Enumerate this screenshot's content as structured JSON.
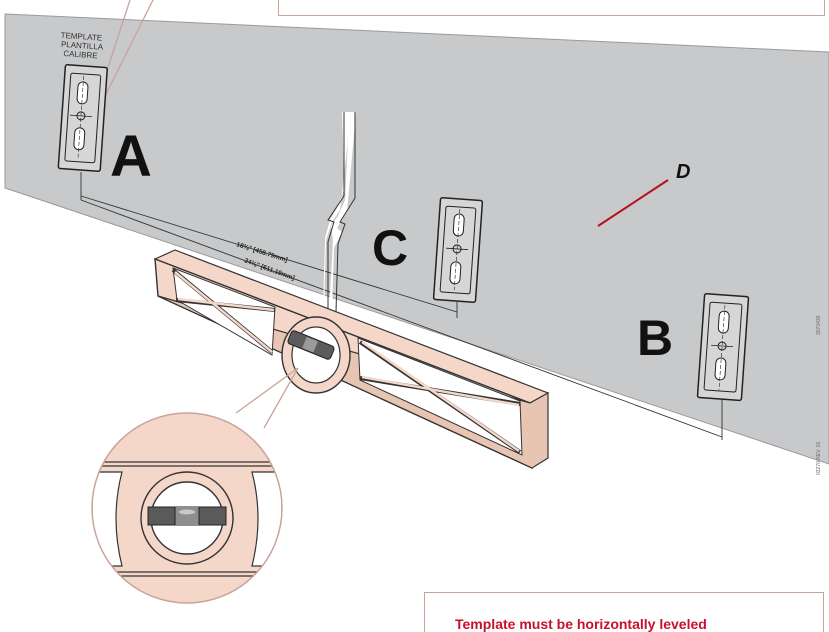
{
  "template": {
    "labels": [
      "TEMPLATE",
      "PLANTILLA",
      "CALIBRE"
    ],
    "letter_a": "A",
    "letter_b": "B",
    "letter_c": "C",
    "letter_d": "D",
    "dim_small": "18⅜\" [458.79mm]",
    "dim_large": "24⅛\" [611.19mm]",
    "side_code_top": "3070430",
    "side_code_bottom": "03270  REV. 01"
  },
  "note": {
    "text": "Template must be horizontally leveled"
  },
  "colors": {
    "template_gray": "#c8c9cb",
    "level_fill": "#f4d7c8",
    "callout_line": "#c9a39a",
    "pointer_red": "#b5121b",
    "note_red": "#c8102e"
  }
}
